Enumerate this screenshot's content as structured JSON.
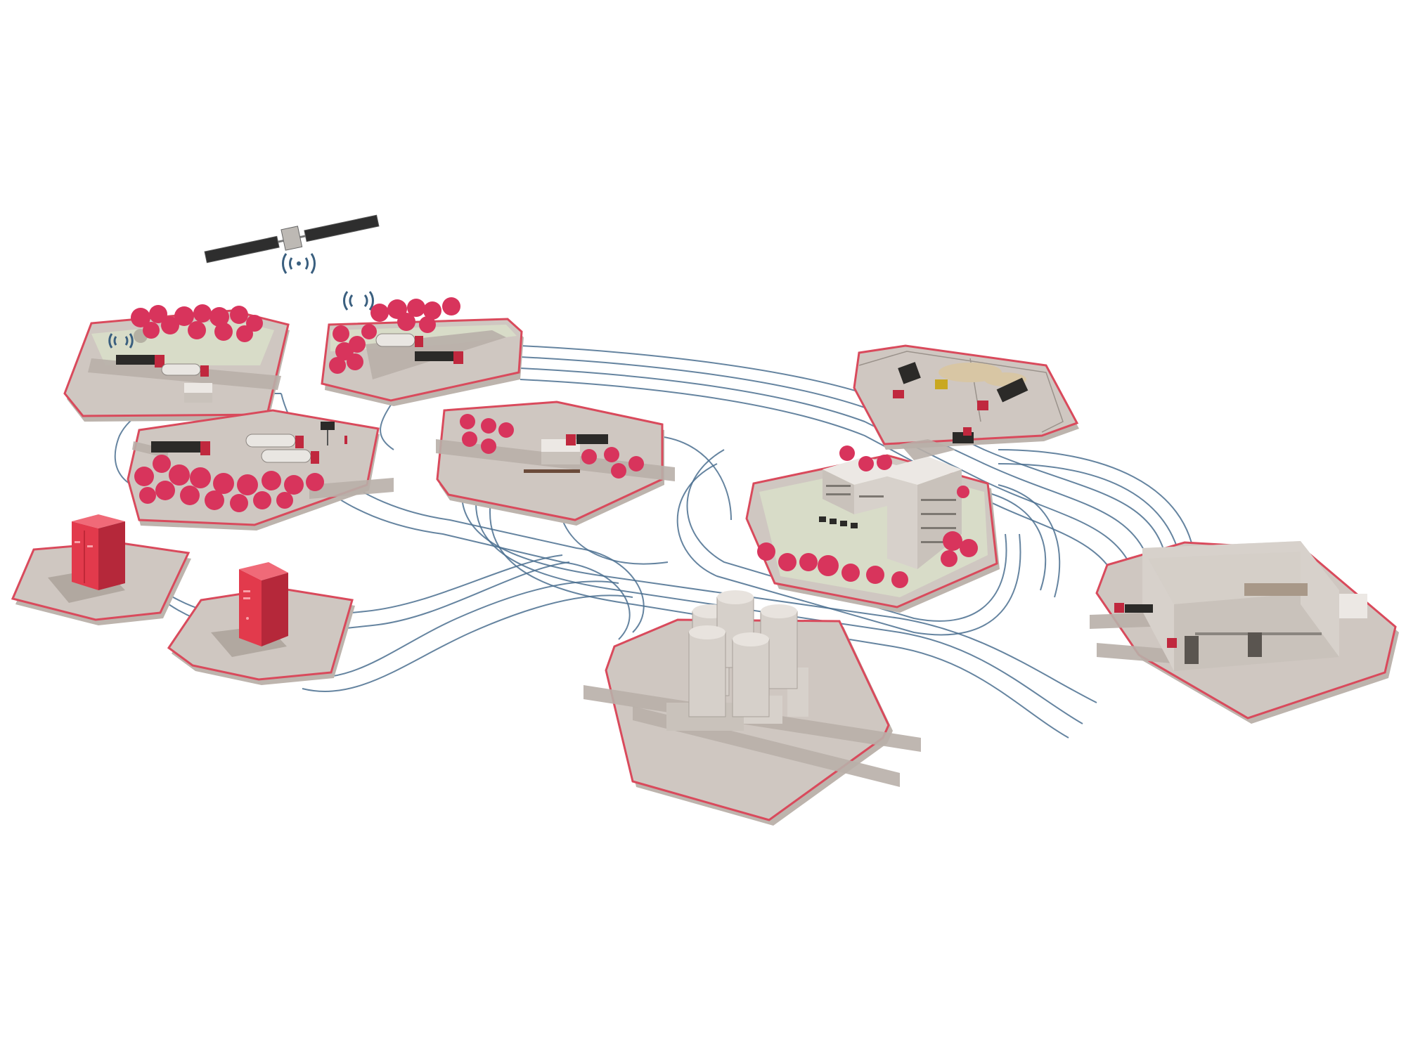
{
  "scene": {
    "colors": {
      "background": "#ffffff",
      "platform": "#cfc7c1",
      "platform_edge": "#d94a5c",
      "connection_lines": "#4a6f8f",
      "trees": "#d8345c",
      "servers": "#e23a4c"
    },
    "elements": [
      {
        "name": "satellite",
        "icon": "satellite-icon"
      },
      {
        "name": "truck-parking-site",
        "icon": "truck-icon"
      },
      {
        "name": "loading-yard-site",
        "icon": "truck-icon"
      },
      {
        "name": "truck-depot-site",
        "icon": "truck-icon"
      },
      {
        "name": "weighbridge-site",
        "icon": "scale-icon"
      },
      {
        "name": "quarry-site",
        "icon": "excavator-icon"
      },
      {
        "name": "office-building-site",
        "icon": "building-icon"
      },
      {
        "name": "production-hall-site",
        "icon": "factory-icon"
      },
      {
        "name": "silo-plant-site",
        "icon": "silo-icon"
      },
      {
        "name": "server-cabinet-site",
        "icon": "server-icon"
      },
      {
        "name": "server-tower-site",
        "icon": "server-icon"
      }
    ]
  }
}
